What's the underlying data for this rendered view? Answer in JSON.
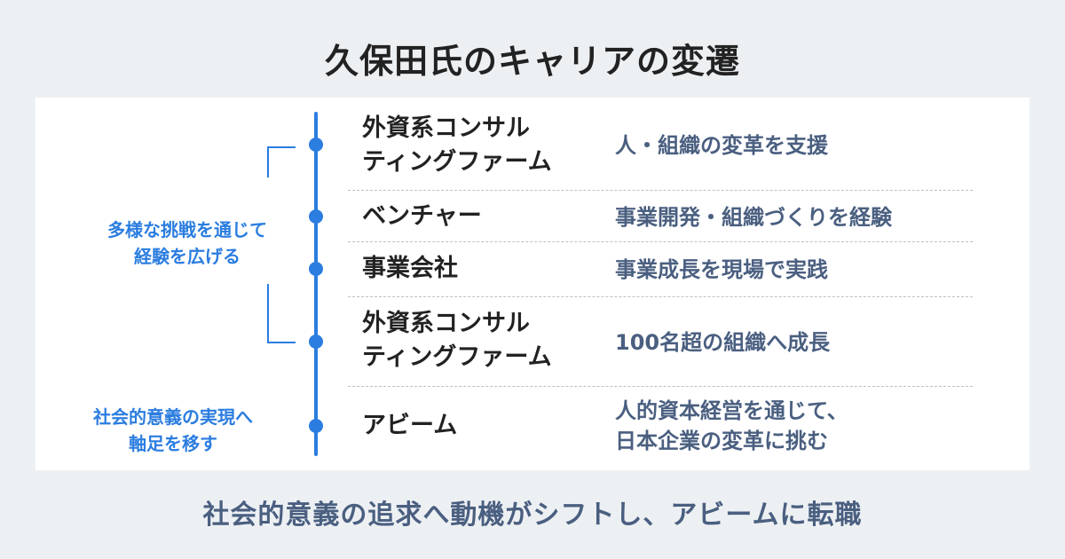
{
  "title": "久保田氏のキャリアの変遷",
  "side_labels": [
    {
      "lines": [
        "多様な挑戦を通じて",
        "経験を広げる"
      ]
    },
    {
      "lines": [
        "社会的意義の実現へ",
        "軸足を移す"
      ]
    }
  ],
  "stages": [
    {
      "name_lines": [
        "外資系コンサル",
        "ティングファーム"
      ],
      "desc_lines": [
        "人・組織の変革を支援"
      ]
    },
    {
      "name_lines": [
        "ベンチャー"
      ],
      "desc_lines": [
        "事業開発・組織づくりを経験"
      ]
    },
    {
      "name_lines": [
        "事業会社"
      ],
      "desc_lines": [
        "事業成長を現場で実践"
      ]
    },
    {
      "name_lines": [
        "外資系コンサル",
        "ティングファーム"
      ],
      "desc_lines": [
        "100名超の組織へ成長"
      ]
    },
    {
      "name_lines": [
        "アビーム"
      ],
      "desc_lines": [
        "人的資本経営を通じて、",
        "日本企業の変革に挑む"
      ]
    }
  ],
  "footer": "社会的意義の追求へ動機がシフトし、アビームに転職",
  "colors": {
    "accent": "#2b7de0",
    "text_dark": "#222222",
    "text_desc": "#4a5f80",
    "card_bg": "#ffffff",
    "page_bg": "#edf0f3"
  }
}
